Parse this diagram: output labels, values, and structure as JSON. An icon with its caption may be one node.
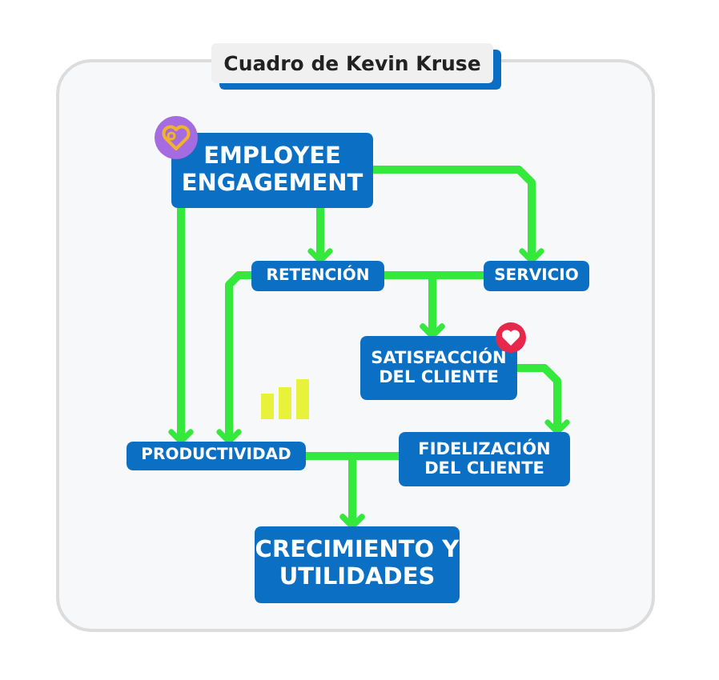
{
  "diagram": {
    "title": "Cuadro de Kevin Kruse",
    "nodes": [
      {
        "text": [
          "EMPLOYEE ENGAGEMENT"
        ]
      },
      {
        "text": [
          "RETENCIÓN"
        ]
      },
      {
        "text": [
          "SERVICIO"
        ]
      },
      {
        "text": [
          "SATISFACCIÓN DEL CLIENTE"
        ]
      },
      {
        "text": [
          "PRODUCTIVIDAD"
        ]
      },
      {
        "text": [
          "FIDELIZACIÓN DEL CLIENTE"
        ]
      },
      {
        "text": [
          "CRECIMIENTO Y UTILIDADES"
        ]
      }
    ],
    "edges": [
      {
        "from": 0,
        "to": 1,
        "arrow": "to"
      },
      {
        "from": 0,
        "to": 2,
        "arrow": "to"
      },
      {
        "from": 0,
        "to": 4,
        "arrow": "to"
      },
      {
        "from": 1,
        "to": 4,
        "arrow": "to"
      },
      {
        "from": 1,
        "to": 3,
        "arrow": "to"
      },
      {
        "from": 2,
        "to": 3,
        "arrow": "to"
      },
      {
        "from": 3,
        "to": 5,
        "arrow": "to"
      },
      {
        "from": 4,
        "to": 6,
        "arrow": "to"
      },
      {
        "from": 5,
        "to": 6,
        "arrow": "to"
      }
    ]
  }
}
